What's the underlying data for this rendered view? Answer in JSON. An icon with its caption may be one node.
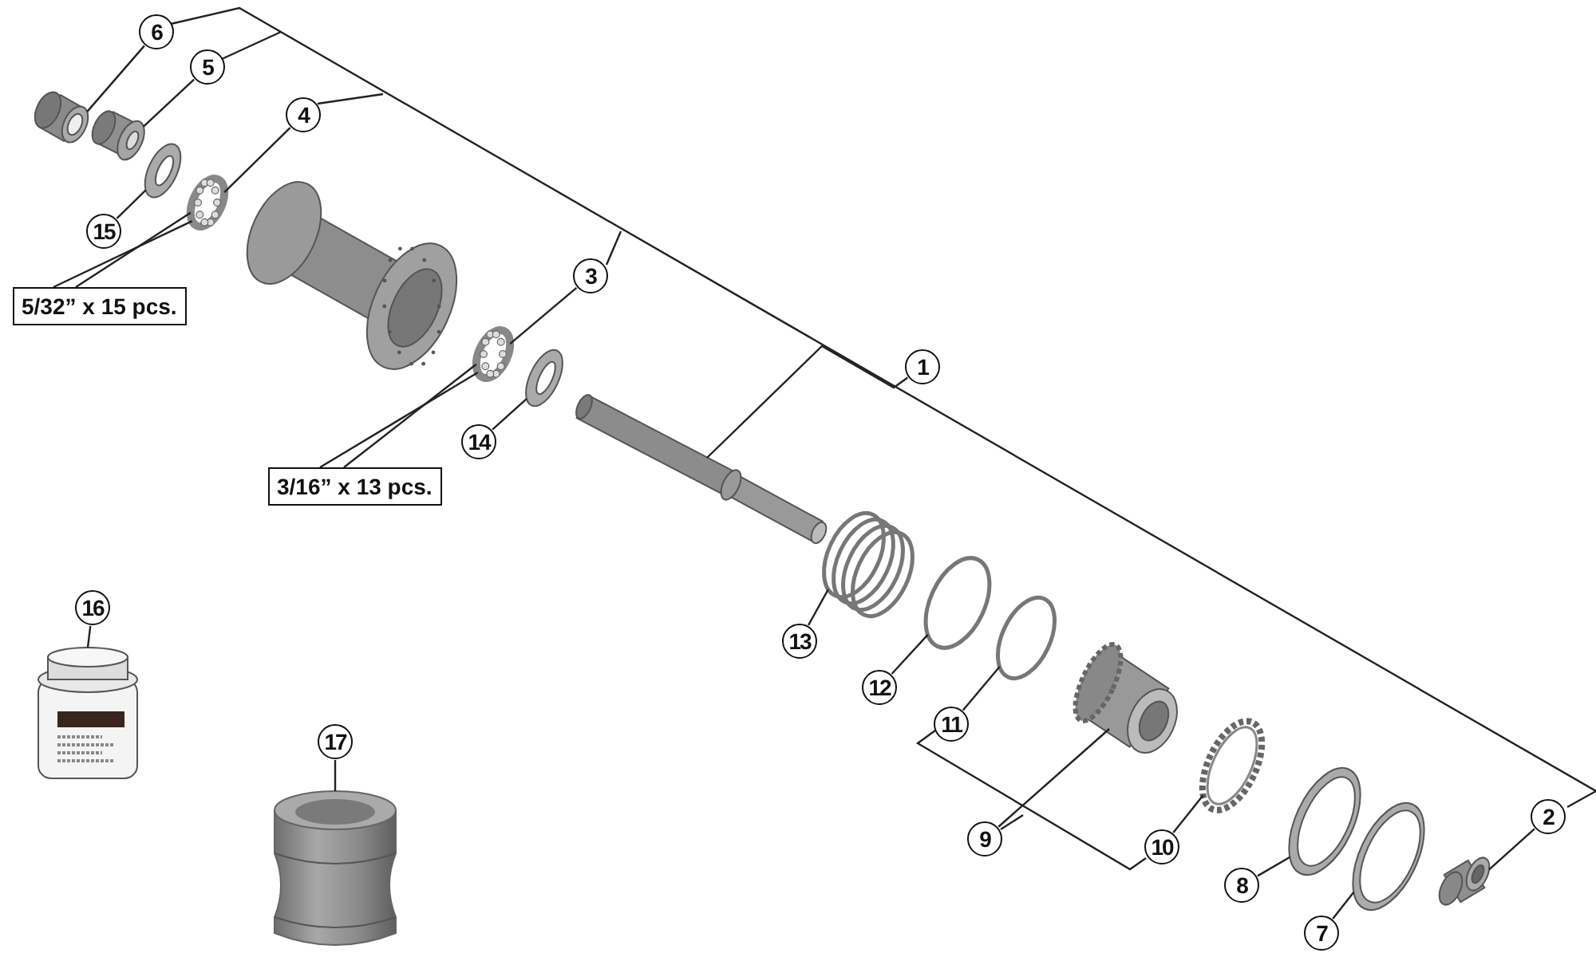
{
  "diagram": {
    "nodes": [
      {
        "text": [
          "6"
        ]
      },
      {
        "text": [
          "5"
        ]
      },
      {
        "text": [
          "4"
        ]
      },
      {
        "text": [
          "15"
        ]
      },
      {
        "text": [
          "5/32” x 15 pcs."
        ]
      },
      {
        "text": [
          "3"
        ]
      },
      {
        "text": [
          "14"
        ]
      },
      {
        "text": [
          "3/16” x 13 pcs."
        ]
      },
      {
        "text": [
          "1"
        ]
      },
      {
        "text": [
          "13"
        ]
      },
      {
        "text": [
          "12"
        ]
      },
      {
        "text": [
          "11"
        ]
      },
      {
        "text": [
          "9"
        ]
      },
      {
        "text": [
          "10"
        ]
      },
      {
        "text": [
          "2"
        ]
      },
      {
        "text": [
          "8"
        ]
      },
      {
        "text": [
          "7"
        ]
      },
      {
        "text": [
          "16"
        ]
      },
      {
        "text": [
          "17"
        ]
      },
      {
        "text": [],
        "shape": "picture"
      },
      {
        "text": [],
        "shape": "picture"
      },
      {
        "text": [],
        "shape": "picture"
      },
      {
        "text": [],
        "shape": "picture"
      },
      {
        "text": [],
        "shape": "picture"
      },
      {
        "text": [],
        "shape": "picture"
      },
      {
        "text": [],
        "shape": "picture"
      },
      {
        "text": [],
        "shape": "circle"
      },
      {
        "text": [],
        "shape": "circle"
      },
      {
        "text": [],
        "shape": "circle"
      },
      {
        "text": [],
        "shape": "picture"
      },
      {
        "text": [],
        "shape": "picture"
      },
      {
        "text": [],
        "shape": "picture"
      },
      {
        "text": [],
        "shape": "picture"
      },
      {
        "text": [],
        "shape": "picture"
      },
      {
        "text": [],
        "shape": "picture"
      },
      {
        "text": [],
        "shape": "picture"
      }
    ],
    "edges": [
      {
        "from": 0,
        "to": 19,
        "arrow": "none"
      },
      {
        "from": 1,
        "to": 20,
        "arrow": "none"
      },
      {
        "from": 2,
        "to": 22,
        "arrow": "none"
      },
      {
        "from": 3,
        "to": 21,
        "arrow": "none"
      },
      {
        "from": 4,
        "to": 22,
        "arrow": "none"
      },
      {
        "from": 4,
        "to": 22,
        "arrow": "none"
      },
      {
        "from": 5,
        "to": 23,
        "arrow": "none"
      },
      {
        "from": 7,
        "to": 23,
        "arrow": "none"
      },
      {
        "from": 7,
        "to": 23,
        "arrow": "none"
      },
      {
        "from": 6,
        "to": 24,
        "arrow": "none"
      },
      {
        "from": 8,
        "to": 25,
        "arrow": "none"
      },
      {
        "from": 9,
        "to": 26,
        "arrow": "none"
      },
      {
        "from": 10,
        "to": 27,
        "arrow": "none"
      },
      {
        "from": 11,
        "to": 28,
        "arrow": "none"
      },
      {
        "from": 12,
        "to": 29,
        "arrow": "none"
      },
      {
        "from": 13,
        "to": 30,
        "arrow": "none"
      },
      {
        "from": 15,
        "to": 31,
        "arrow": "none"
      },
      {
        "from": 16,
        "to": 32,
        "arrow": "none"
      },
      {
        "from": 14,
        "to": 33,
        "arrow": "none"
      },
      {
        "from": 17,
        "to": 34,
        "arrow": "none"
      },
      {
        "from": 18,
        "to": 35,
        "arrow": "none"
      }
    ]
  }
}
